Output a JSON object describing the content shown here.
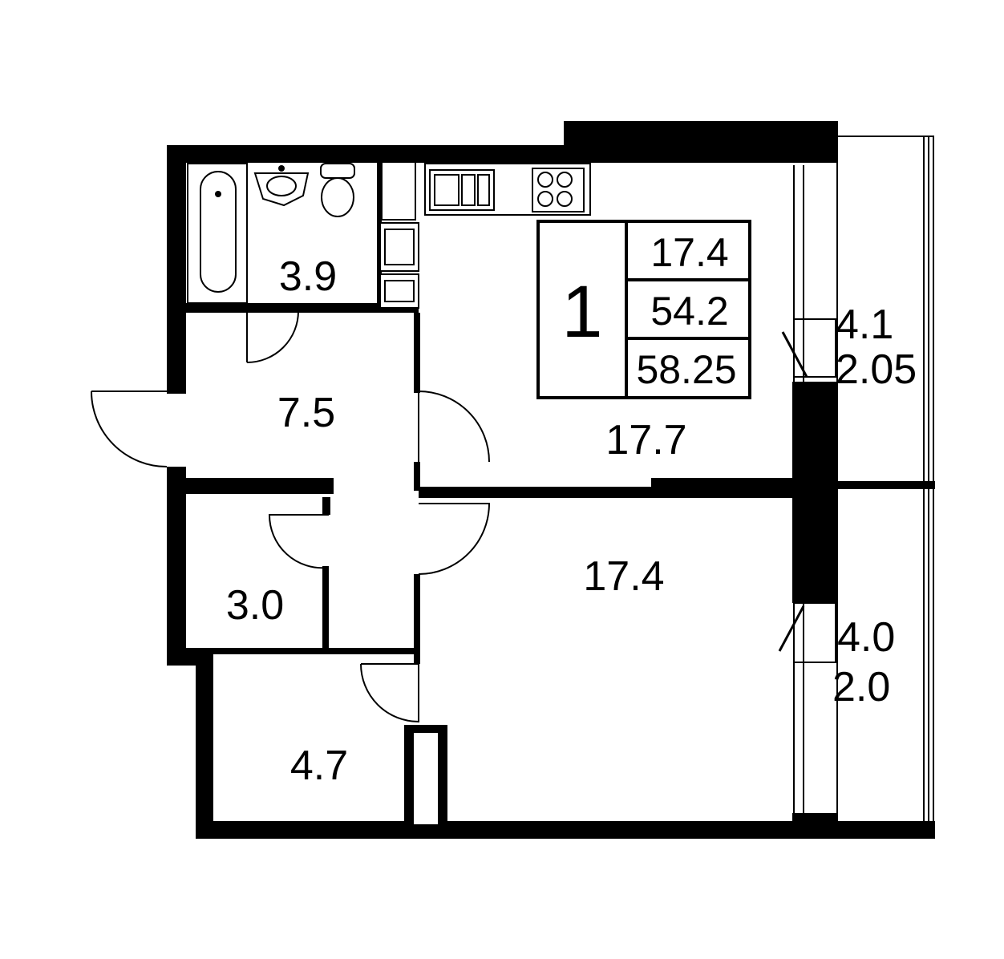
{
  "plan": {
    "summary": {
      "rooms_count": "1",
      "living_area": "17.4",
      "living_total": "54.2",
      "total_area": "58.25"
    },
    "rooms": {
      "bathroom": "3.9",
      "hallway": "7.5",
      "kitchen": "17.7",
      "bedroom": "17.4",
      "storage": "3.0",
      "wardrobe": "4.7"
    },
    "balconies": {
      "upper_area": "4.1",
      "upper_reduced": "2.05",
      "lower_area": "4.0",
      "lower_reduced": "2.0"
    },
    "colors": {
      "wall": "#000000",
      "background": "#ffffff"
    }
  }
}
